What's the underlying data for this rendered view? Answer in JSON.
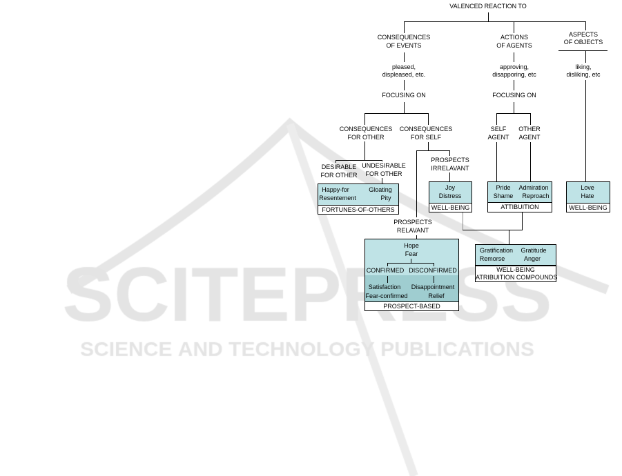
{
  "watermark": {
    "logo": "SCITEPRESS",
    "tagline": "SCIENCE AND TECHNOLOGY PUBLICATIONS"
  },
  "root": "VALENCED REACTION TO",
  "events": {
    "title1": "CONSEQUENCES",
    "title2": "OF EVENTS",
    "reaction1": "pleased,",
    "reaction2": "displeased, etc.",
    "focus": "FOCUSING ON",
    "other1": "CONSEQUENCES",
    "other2": "FOR OTHER",
    "self1": "CONSEQUENCES",
    "self2": "FOR SELF",
    "desirable1": "DESIRABLE",
    "desirable2": "FOR OTHER",
    "undesirable1": "UNDESIRABLE",
    "undesirable2": "FOR OTHER",
    "fortunes": {
      "a1": "Happy-for",
      "a2": "Resentement",
      "b1": "Gloating",
      "b2": "Pity",
      "label": "FORTUNES-OF-OTHERS"
    },
    "irrelevant1": "PROSPECTS",
    "irrelevant2": "IRRELAVANT",
    "relevant1": "PROSPECTS",
    "relevant2": "RELAVANT",
    "wellbeing": {
      "a1": "Joy",
      "a2": "Distress",
      "label": "WELL-BEING"
    },
    "prospect": {
      "h1": "Hope",
      "h2": "Fear",
      "confirmed": "CONFIRMED",
      "disconfirmed": "DISCONFIRMED",
      "s1": "Satisfaction",
      "s2": "Fear-confirmed",
      "d1": "Disappointment",
      "d2": "Relief",
      "label": "PROSPECT-BASED"
    }
  },
  "agents": {
    "title1": "ACTIONS",
    "title2": "OF AGENTS",
    "reaction1": "approving,",
    "reaction2": "disapporing, etc",
    "focus": "FOCUSING ON",
    "self1": "SELF",
    "self2": "AGENT",
    "other1": "OTHER",
    "other2": "AGENT",
    "attribution": {
      "a1": "Pride",
      "a2": "Shame",
      "b1": "Admiration",
      "b2": "Reproach",
      "label": "ATTIBUITION"
    }
  },
  "objects": {
    "title1": "ASPECTS",
    "title2": "OF OBJECTS",
    "reaction1": "liking,",
    "reaction2": "disliking, etc",
    "box": {
      "a1": "Love",
      "a2": "Hate",
      "label": "WELL-BEING"
    }
  },
  "compounds": {
    "a1": "Gratification",
    "a2": "Remorse",
    "b1": "Gratitude",
    "b2": "Anger",
    "label1": "WELL-BEING",
    "label2": "ATRIBUITION COMPOUNDS"
  }
}
